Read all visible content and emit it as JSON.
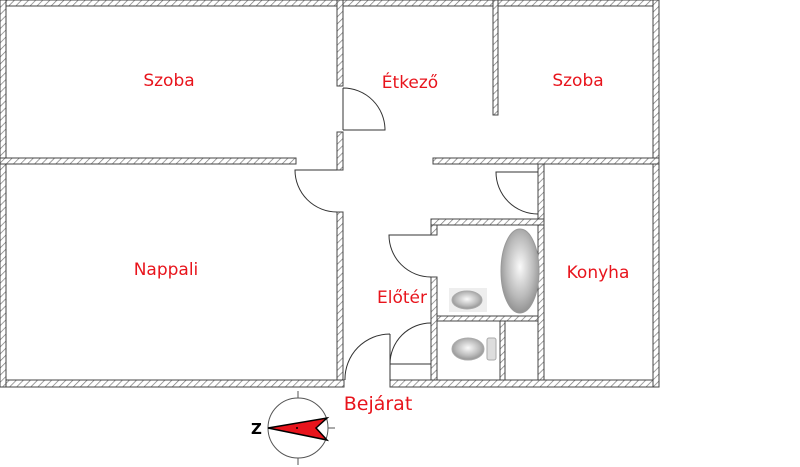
{
  "rooms": {
    "szoba_left": "Szoba",
    "etkezo": "Étkező",
    "szoba_right": "Szoba",
    "nappali": "Nappali",
    "eloter": "Előtér",
    "konyha": "Konyha"
  },
  "entrance_label": "Bejárat",
  "compass": {
    "letter": "Z"
  },
  "colors": {
    "label": "#e8141c",
    "compass_needle": "#e8141c",
    "wall": "#444444"
  }
}
